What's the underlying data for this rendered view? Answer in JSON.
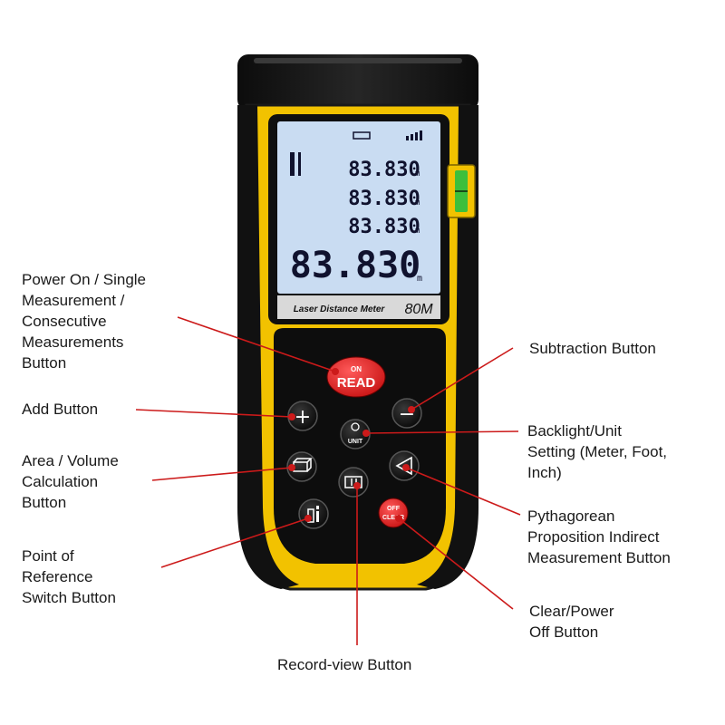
{
  "device": {
    "model_label": "Laser Distance Meter",
    "range_label": "80M",
    "display": {
      "readings": [
        "83.830",
        "83.830",
        "83.830"
      ],
      "main_reading": "83.830",
      "unit": "m"
    },
    "buttons": {
      "read_top": "ON",
      "read_main": "READ",
      "unit": "UNIT",
      "clear_top": "OFF",
      "clear_main": "CLEAR",
      "add_symbol": "+",
      "subtract_symbol": "−"
    }
  },
  "callouts": {
    "power_on": [
      "Power On / Single",
      "Measurement /",
      "Consecutive",
      "Measurements",
      "Button"
    ],
    "add": [
      "Add Button"
    ],
    "area_volume": [
      "Area / Volume",
      "Calculation",
      "Button"
    ],
    "reference": [
      "Point of",
      "Reference",
      "Switch Button"
    ],
    "subtraction": [
      "Subtraction Button"
    ],
    "backlight": [
      "Backlight/Unit",
      "Setting (Meter, Foot,",
      "Inch)"
    ],
    "pythagorean": [
      "Pythagorean",
      "Proposition Indirect",
      "Measurement Button"
    ],
    "clear_power_off": [
      "Clear/Power",
      "Off Button"
    ],
    "record_view": [
      "Record-view Button"
    ]
  },
  "colors": {
    "leader_line": "#cc1a1a",
    "body_yellow": "#f2c200",
    "body_black": "#141414",
    "lcd_background": "#c9dcf2",
    "lcd_text": "#10122e",
    "read_button": "#e0262b"
  }
}
